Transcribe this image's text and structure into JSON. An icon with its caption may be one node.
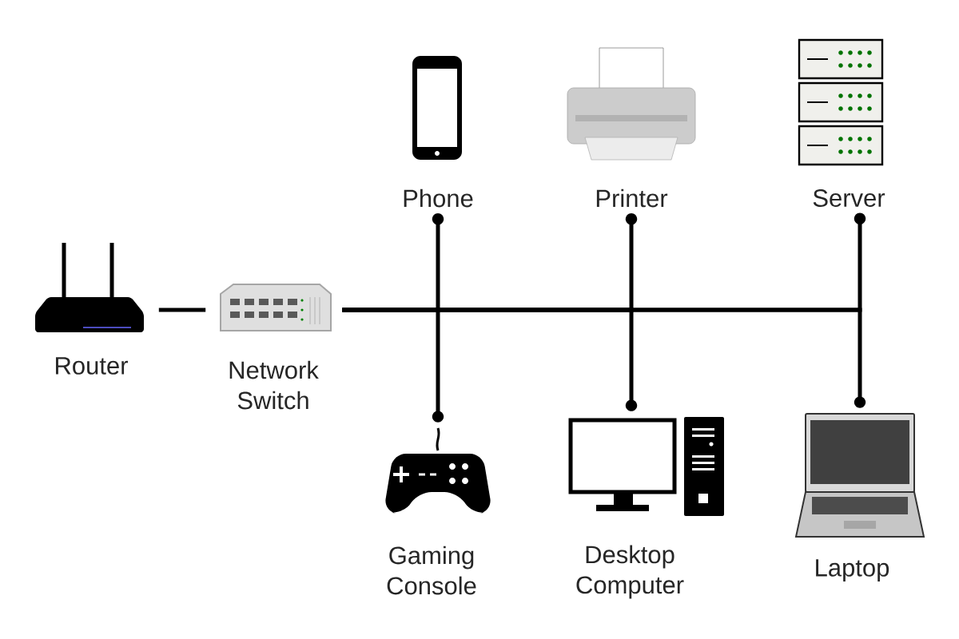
{
  "diagram": {
    "nodes": [
      {
        "text": [
          "Router"
        ]
      },
      {
        "text": [
          "Network Switch"
        ]
      },
      {
        "text": [
          "Phone"
        ]
      },
      {
        "text": [
          "Printer"
        ]
      },
      {
        "text": [
          "Server"
        ]
      },
      {
        "text": [
          "Gaming Console"
        ]
      },
      {
        "text": [
          "Desktop Computer"
        ]
      },
      {
        "text": [
          "Laptop"
        ]
      }
    ],
    "edges": [
      {
        "from": 0,
        "to": 1,
        "arrow": "none"
      },
      {
        "from": 1,
        "to": 2,
        "arrow": "other"
      },
      {
        "from": 1,
        "to": 5,
        "arrow": "other"
      },
      {
        "from": 1,
        "to": 3,
        "arrow": "other"
      },
      {
        "from": 1,
        "to": 6,
        "arrow": "other"
      },
      {
        "from": 1,
        "to": 4,
        "arrow": "other"
      },
      {
        "from": 1,
        "to": 7,
        "arrow": "other"
      }
    ]
  }
}
